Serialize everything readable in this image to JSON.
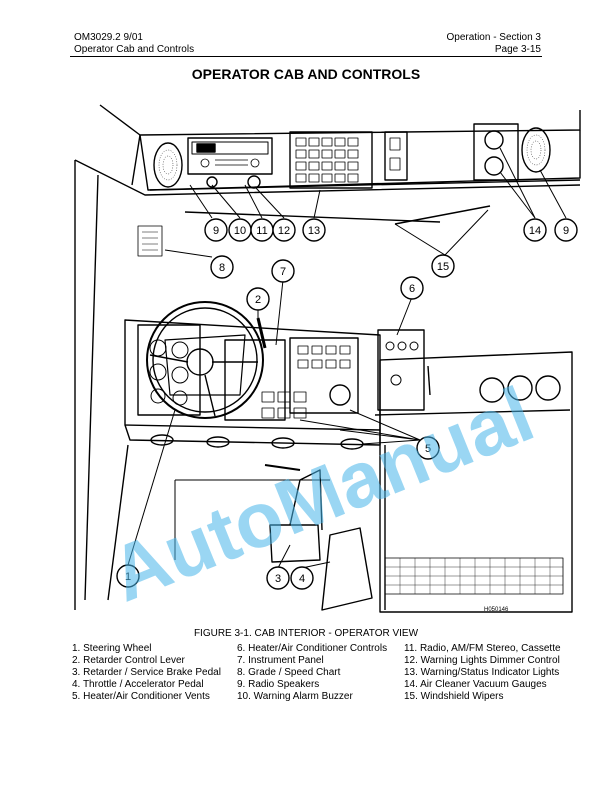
{
  "header": {
    "doc_id": "OM3029.2  9/01",
    "section_name": "Operator Cab and Controls",
    "section": "Operation - Section 3",
    "page": "Page 3-15"
  },
  "title": "OPERATOR CAB AND CONTROLS",
  "figure": {
    "caption": "FIGURE 3-1. CAB INTERIOR - OPERATOR VIEW",
    "drawing_code": "H050146",
    "callouts": [
      "1",
      "2",
      "3",
      "4",
      "5",
      "6",
      "7",
      "8",
      "9",
      "10",
      "11",
      "12",
      "13",
      "14",
      "15"
    ]
  },
  "legend": [
    [
      "1. Steering Wheel",
      "2. Retarder Control Lever",
      "3. Retarder / Service Brake Pedal",
      "4. Throttle / Accelerator Pedal",
      "5. Heater/Air Conditioner Vents"
    ],
    [
      "6. Heater/Air Conditioner Controls",
      "7. Instrument Panel",
      "8. Grade / Speed Chart",
      "9. Radio Speakers",
      "10. Warning Alarm Buzzer"
    ],
    [
      "11. Radio, AM/FM Stereo, Cassette",
      "12. Warning Lights Dimmer Control",
      "13. Warning/Status Indicator Lights",
      "14. Air Cleaner Vacuum Gauges",
      "15. Windshield Wipers"
    ]
  ],
  "watermark": "AutoManual"
}
